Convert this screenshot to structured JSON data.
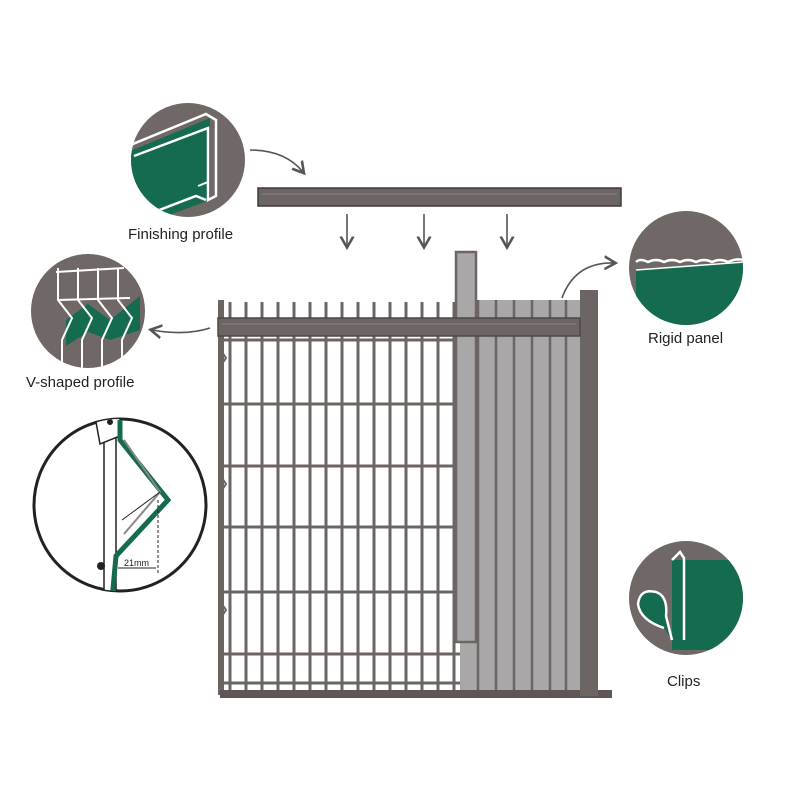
{
  "labels": {
    "finishing_profile": "Finishing profile",
    "v_shaped_profile": "V-shaped profile",
    "rigid_panel": "Rigid panel",
    "clips": "Clips",
    "dimension": "21mm"
  },
  "colors": {
    "steel": "#6d6564",
    "steel_dark": "#5a5352",
    "green": "#146b50",
    "panel_grey": "#a9a7a7",
    "circle_bg": "#6f6867",
    "ink": "#222222"
  },
  "icons": [
    "arrow-curved-icon",
    "arrow-down-icon"
  ]
}
